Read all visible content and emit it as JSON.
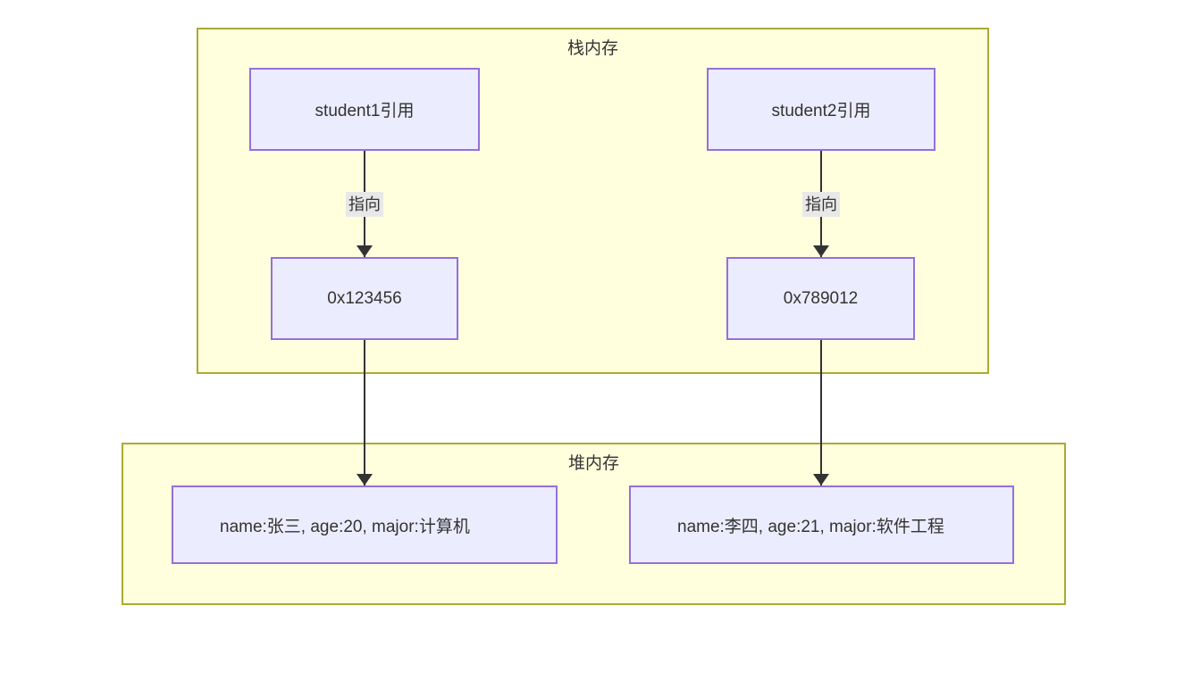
{
  "diagram": {
    "type": "memory-model-flowchart",
    "direction": "top-down",
    "background_color": "#ffffff",
    "colors": {
      "region_fill": "#ffffde",
      "region_border": "#aaaa33",
      "node_fill": "#ececff",
      "node_border": "#9370db",
      "edge_color": "#333333",
      "edge_label_background": "#e8e8e8",
      "text_color": "#333333"
    },
    "regions": [
      {
        "id": "stack",
        "title": "栈内存"
      },
      {
        "id": "heap",
        "title": "堆内存"
      }
    ],
    "nodes": [
      {
        "id": "student1-ref",
        "region": "stack",
        "label": "student1引用"
      },
      {
        "id": "student2-ref",
        "region": "stack",
        "label": "student2引用"
      },
      {
        "id": "addr1",
        "region": "stack",
        "label": "0x123456"
      },
      {
        "id": "addr2",
        "region": "stack",
        "label": "0x789012"
      },
      {
        "id": "heap1",
        "region": "heap",
        "label": "name:张三, age:20, major:计算机"
      },
      {
        "id": "heap2",
        "region": "heap",
        "label": "name:李四, age:21, major:软件工程"
      }
    ],
    "edges": [
      {
        "id": "edge1",
        "from": "student1-ref",
        "to": "addr1",
        "label": "指向"
      },
      {
        "id": "edge2",
        "from": "student2-ref",
        "to": "addr2",
        "label": "指向"
      },
      {
        "id": "edge3",
        "from": "addr1",
        "to": "heap1",
        "label": ""
      },
      {
        "id": "edge4",
        "from": "addr2",
        "to": "heap2",
        "label": ""
      }
    ]
  }
}
